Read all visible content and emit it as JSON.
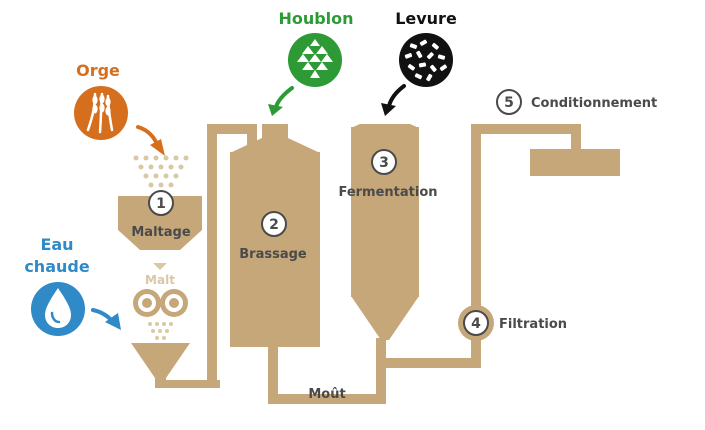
{
  "inputs": {
    "barley": {
      "label": "Orge",
      "icon": "wheat-icon",
      "color": "#d66f1d"
    },
    "hops": {
      "label": "Houblon",
      "icon": "hop-icon",
      "color": "#2e9a35"
    },
    "yeast": {
      "label": "Levure",
      "icon": "yeast-icon",
      "color": "#111111"
    },
    "water": {
      "label_line1": "Eau",
      "label_line2": "chaude",
      "icon": "water-drop-icon",
      "color": "#2f8ac7"
    }
  },
  "steps": [
    {
      "number": "1",
      "label": "Maltage"
    },
    {
      "number": "2",
      "label": "Brassage"
    },
    {
      "number": "3",
      "label": "Fermentation"
    },
    {
      "number": "4",
      "label": "Filtration"
    },
    {
      "number": "5",
      "label": "Conditionnement"
    }
  ],
  "labels": {
    "malt": "Malt",
    "wort": "Moût"
  },
  "colors": {
    "equipment": "#c5a77a",
    "text": "#4a4a4a"
  }
}
